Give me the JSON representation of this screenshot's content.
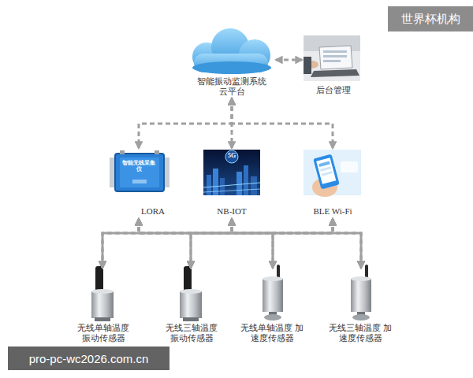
{
  "diagram": {
    "nodes": [
      {
        "text": [
          "智能振动监测系统 云平台"
        ]
      },
      {
        "text": [
          "后台管理"
        ]
      },
      {
        "text": [
          "智能无线采集仪",
          "LORA"
        ]
      },
      {
        "text": [
          "5G",
          "NB-IOT"
        ]
      },
      {
        "text": [
          "BLE Wi-Fi"
        ]
      },
      {
        "text": [
          "无线单轴温度 振动传感器"
        ]
      },
      {
        "text": [
          "无线三轴温度 振动传感器"
        ]
      },
      {
        "text": [
          "无线单轴温度 加速度传感器"
        ]
      },
      {
        "text": [
          "无线三轴温度 加速度传感器"
        ]
      }
    ],
    "edges": [
      {
        "from": 0,
        "to": 1,
        "arrow": "both"
      },
      {
        "from": 0,
        "to": 2,
        "arrow": "both"
      },
      {
        "from": 0,
        "to": 3,
        "arrow": "both"
      },
      {
        "from": 0,
        "to": 4,
        "arrow": "both"
      },
      {
        "from": 2,
        "to": 5,
        "arrow": "both"
      },
      {
        "from": 2,
        "to": 6,
        "arrow": "both"
      },
      {
        "from": 2,
        "to": 7,
        "arrow": "both"
      },
      {
        "from": 2,
        "to": 8,
        "arrow": "both"
      },
      {
        "from": 3,
        "to": 5,
        "arrow": "both"
      },
      {
        "from": 3,
        "to": 6,
        "arrow": "both"
      },
      {
        "from": 3,
        "to": 7,
        "arrow": "both"
      },
      {
        "from": 3,
        "to": 8,
        "arrow": "both"
      },
      {
        "from": 4,
        "to": 5,
        "arrow": "both"
      },
      {
        "from": 4,
        "to": 6,
        "arrow": "both"
      },
      {
        "from": 4,
        "to": 7,
        "arrow": "both"
      },
      {
        "from": 4,
        "to": 8,
        "arrow": "both"
      }
    ],
    "labels": [
      "世界杯机构",
      "pro-pc-wc2026.com.cn"
    ]
  }
}
